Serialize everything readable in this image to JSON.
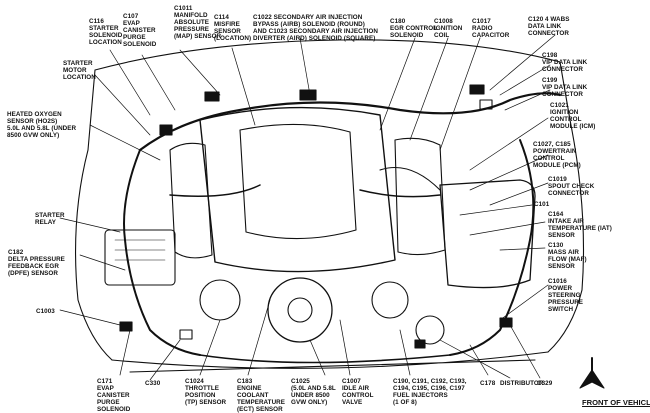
{
  "colors": {
    "ink": "#111111",
    "background": "#ffffff"
  },
  "labels": {
    "c116": "C116\nSTARTER\nSOLENOID\nLOCATION",
    "c107": "C107\nEVAP\nCANISTER\nPURGE\nSOLENOID",
    "c1011": "C1011\nMANIFOLD\nABSOLUTE\nPRESSURE\n(MAP) SENSOR",
    "c114": "C114\nMISFIRE\nSENSOR\n(LOCATION)",
    "c1022": "C1022 SECONDARY AIR INJECTION\nBYPASS (AIRB) SOLENOID (ROUND)\nand C1023 SECONDARY AIR INJECTION\nDIVERTER (AIRD) SOLENOID (SQUARE)",
    "c180": "C180\nEGR CONTROL\nSOLENOID",
    "c1008": "C1008\nIGNITION\nCOIL",
    "c1017": "C1017\nRADIO\nCAPACITOR",
    "c120": "C120 4 WABS\nDATA LINK\nCONNECTOR",
    "c198": "C198\nVIP DATA LINK\nCONNECTOR",
    "c199": "C199\nVIP DATA LINK\nCONNECTOR",
    "starter_motor": "STARTER\nMOTOR\nLOCATION",
    "c1021": "C1021\nIGNITION\nCONTROL\nMODULE (ICM)",
    "heated_o2": "HEATED OXYGEN\nSENSOR (HO2S)\n5.0L AND 5.8L (UNDER\n8500 GVW ONLY)",
    "c1027": "C1027, C185\nPOWERTRAIN\nCONTROL\nMODULE (PCM)",
    "c1019": "C1019\nSPOUT CHECK\nCONNECTOR",
    "c101": "C101",
    "starter_relay": "STARTER\nRELAY",
    "c164": "C164\nINTAKE AIR\nTEMPERATURE (IAT)\nSENSOR",
    "c182": "C182\nDELTA PRESSURE\nFEEDBACK EGR\n(DPFE) SENSOR",
    "c130": "C130\nMASS AIR\nFLOW (MAF)\nSENSOR",
    "c1016": "C1016\nPOWER\nSTEERING\nPRESSURE\nSWITCH",
    "c1003": "C1003",
    "c171": "C171\nEVAP\nCANISTER\nPURGE\nSOLENOID",
    "c330": "C330",
    "c1024": "C1024\nTHROTTLE\nPOSITION\n(TP) SENSOR",
    "c183": "C183\nENGINE\nCOOLANT\nTEMPERATURE\n(ECT) SENSOR",
    "c1025": "C1025\n(5.0L AND 5.8L\nUNDER 8500\nGVW ONLY)",
    "c1007": "C1007\nIDLE AIR\nCONTROL\nVALVE",
    "c190": "C190, C191, C192, C193,\nC194, C195, C196, C197\nFUEL INJECTORS\n(1 OF 8)",
    "c178": "C178",
    "distributor": "DISTRIBUTOR",
    "c329": "C329",
    "front": "FRONT OF VEHICLE"
  }
}
